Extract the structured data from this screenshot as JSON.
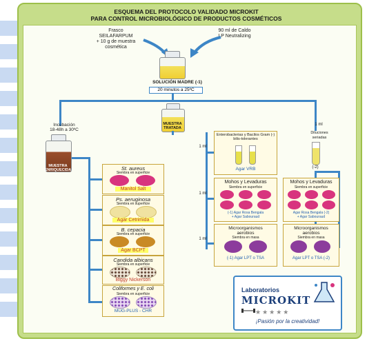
{
  "title": {
    "line1": "ESQUEMA DEL PROTOCOLO VALIDADO MICROKIT",
    "line2": "PARA CONTROL MICROBIOLÓGICO DE PRODUCTOS COSMÉTICOS"
  },
  "top": {
    "left_note": "Frasco\nSEILAFARPUM\n+ 10 g de muestra\ncosmética",
    "right_note": "90 ml de Caldo\nLP Neutralizing",
    "mother_label": "SOLUCIÓN MADRE (-1)",
    "mother_time": "20 minutos a 25ºC"
  },
  "middle": {
    "treated_label": "MUESTRA\nTRATADA",
    "incubation_note": "Incubación\n18-48h a 30ºC",
    "enriched_label": "MUESTRA\nENRIQUECIDA",
    "dilution_note": "Diluciones\nseriadas",
    "one_ml": "1 ml",
    "tube_label": "(-2)"
  },
  "left_boxes": [
    {
      "name": "St. aureus",
      "sub": "Siembra en superficie",
      "medium": "Manitol Salt"
    },
    {
      "name": "Ps. aeruginosa",
      "sub": "Siembra en superficie",
      "medium": "Agar Cetrimida"
    },
    {
      "name": "B. cepacia",
      "sub": "Siembra en superficie",
      "medium": "Agar BCPT"
    },
    {
      "name": "Candida albicans",
      "sub": "Siembra en superficie",
      "medium": "Biggy Nickerson"
    },
    {
      "name": "Coliformes y E. coli",
      "sub": "Siembra en superficie",
      "medium": "MUG-PLUS - CHR"
    }
  ],
  "right_boxes": [
    {
      "name": "Enterobacterias y Bacilos Gram (-)\nbilis-tolerantes",
      "sub": "",
      "medium": "Agar VRB"
    },
    {
      "name": "Mohos y Levaduras",
      "sub": "Siembra en superficie",
      "medium": "(-1) Agar Rosa Bengala\n+ Agar Sabouraud"
    },
    {
      "name": "Mohos y Levaduras",
      "sub": "Siembra en superficie",
      "medium": "Agar Rosa Bengala (-2)\n+ Agar Sabouraud"
    },
    {
      "name": "Microorganismos\naerobios",
      "sub": "Siembra en masa",
      "medium": "(-1) Agar LPT o TSA"
    },
    {
      "name": "Microorganismos\naerobios",
      "sub": "Siembra en masa",
      "medium": "Agar LPT o TSA (-2)"
    }
  ],
  "logo": {
    "line1": "Laboratorios",
    "line2": "MICROKIT",
    "tagline": "¡Pasión por la creatividad!"
  },
  "colors": {
    "poster_frame": "#c6dd8a",
    "connector": "#3d86c6",
    "left_stripes": "#c9daf2",
    "pink_plate": "#d8347e",
    "yellow_plate": "#f0e2a0",
    "ochre_plate": "#c98a25",
    "purple_plate": "#8c3c9c"
  }
}
